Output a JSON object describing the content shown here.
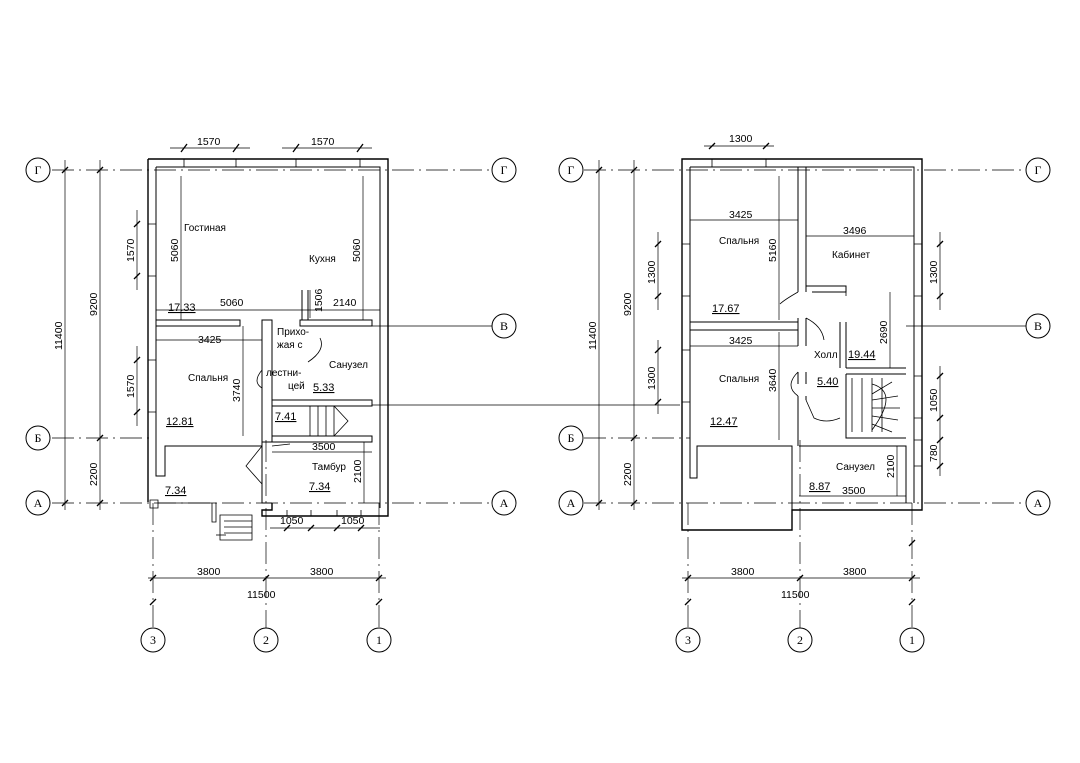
{
  "axes": {
    "rows": [
      "Г",
      "В",
      "Б",
      "А"
    ],
    "cols": [
      "3",
      "2",
      "1"
    ]
  },
  "floor1": {
    "rooms": {
      "living": "Гостиная",
      "kitchen": "Кухня",
      "hall_1": "Прихо-",
      "hall_2": "жая с",
      "hall_3": "лестни-",
      "hall_4": "цей",
      "bathroom": "Санузел",
      "bedroom": "Спальня",
      "vestibule": "Тамбур"
    },
    "areas": {
      "living": "17.33",
      "hall": "5.33",
      "bedroom": "12.81",
      "stair": "7.41",
      "porch": "7.34",
      "vestibule": "7.34"
    },
    "dims": {
      "top_win_left": "1570",
      "top_win_right": "1570",
      "living_h": "5060",
      "kitchen_h": "5060",
      "living_w": "5060",
      "kitchen_w": "2140",
      "small": "1506",
      "bedroom_w": "3425",
      "bedroom_h": "3740",
      "vestibule_w": "3500",
      "vestibule_h": "2100",
      "left_win_top": "1570",
      "left_win_bottom": "1570",
      "total_h": "11400",
      "main_h": "9200",
      "porch_h": "2200",
      "bot_win_left": "1050",
      "bot_win_right": "1050",
      "span_left": "3800",
      "span_right": "3800",
      "total_w": "11500"
    }
  },
  "floor2": {
    "rooms": {
      "bedroom_top": "Спальня",
      "study": "Кабинет",
      "hall": "Холл",
      "bedroom_bottom": "Спальня",
      "bathroom": "Санузел"
    },
    "areas": {
      "bedroom_top": "17.67",
      "study": "19.44",
      "hall": "5.40",
      "bedroom_bottom": "12.47",
      "bathroom": "8.87"
    },
    "dims": {
      "top_win": "1300",
      "bedroom_top_w": "3425",
      "bedroom_top_h": "5160",
      "study_w": "3496",
      "study_h": "2690",
      "bedroom_bottom_w": "3425",
      "bedroom_bottom_h": "3640",
      "bathroom_w": "3500",
      "bathroom_h": "2100",
      "left_win_top": "1300",
      "left_win_bottom": "1300",
      "right_win_top": "1300",
      "right_win_mid": "1050",
      "right_win_bot": "780",
      "total_h": "11400",
      "main_h": "9200",
      "porch_h": "2200",
      "span_left": "3800",
      "span_right": "3800",
      "total_w": "11500"
    }
  }
}
